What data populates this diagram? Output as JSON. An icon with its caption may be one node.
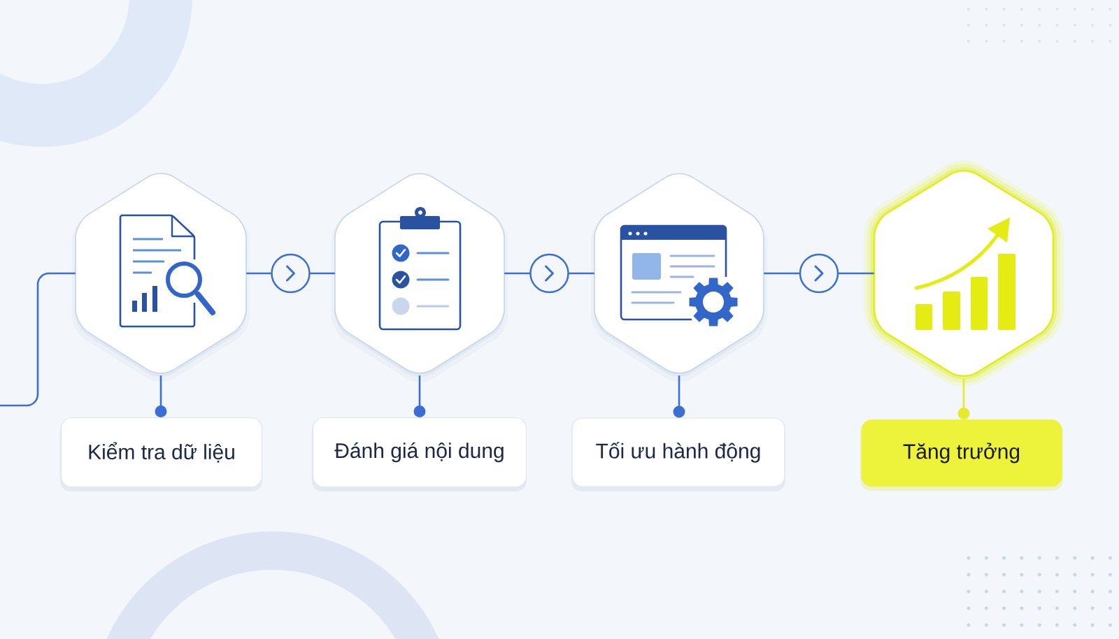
{
  "diagram": {
    "nodes": [
      {
        "text": [],
        "shape": "hexagon"
      },
      {
        "text": [],
        "shape": "hexagon"
      },
      {
        "text": [],
        "shape": "hexagon"
      },
      {
        "text": [],
        "shape": "hexagon"
      },
      {
        "text": [
          "Kiểm tra dữ liệu"
        ]
      },
      {
        "text": [
          "Đánh giá nội dung"
        ]
      },
      {
        "text": [
          "Tối ưu hành động"
        ]
      },
      {
        "text": [
          "Tăng trưởng"
        ]
      }
    ],
    "edges": [
      {
        "from": null,
        "to": 0,
        "arrow": "none"
      },
      {
        "from": 0,
        "to": 1,
        "arrow": "to"
      },
      {
        "from": 1,
        "to": 2,
        "arrow": "to"
      },
      {
        "from": 2,
        "to": 3,
        "arrow": "to"
      },
      {
        "from": 0,
        "to": 4,
        "arrow": "other"
      },
      {
        "from": 1,
        "to": 5,
        "arrow": "other"
      },
      {
        "from": 2,
        "to": 6,
        "arrow": "other"
      },
      {
        "from": 3,
        "to": 7,
        "arrow": "other",
        "color": "#e3eb2e"
      }
    ]
  }
}
